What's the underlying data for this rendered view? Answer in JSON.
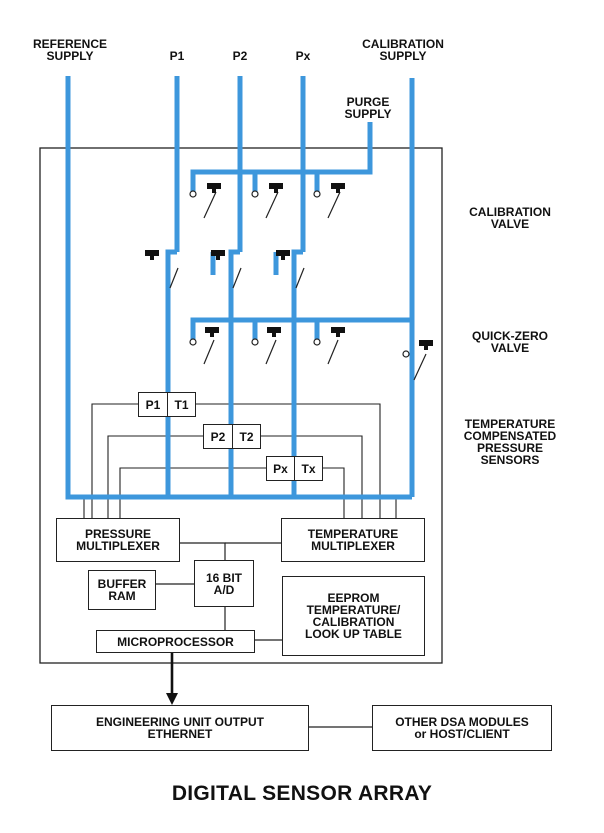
{
  "title": "DIGITAL SENSOR ARRAY",
  "inputs": {
    "reference_supply": "REFERENCE\nSUPPLY",
    "p1": "P1",
    "p2": "P2",
    "px": "Px",
    "calibration_supply": "CALIBRATION\nSUPPLY",
    "purge_supply": "PURGE\nSUPPLY"
  },
  "side_labels": {
    "calibration_valve": "CALIBRATION\nVALVE",
    "quick_zero_valve": "QUICK-ZERO\nVALVE",
    "sensors": "TEMPERATURE\nCOMPENSATED\nPRESSURE\nSENSORS"
  },
  "sensors": [
    {
      "p": "P1",
      "t": "T1"
    },
    {
      "p": "P2",
      "t": "T2"
    },
    {
      "p": "Px",
      "t": "Tx"
    }
  ],
  "blocks": {
    "pressure_mux": "PRESSURE\nMULTIPLEXER",
    "temperature_mux": "TEMPERATURE\nMULTIPLEXER",
    "buffer_ram": "BUFFER\nRAM",
    "adc": "16 BIT\nA/D",
    "eeprom": "EEPROM\nTEMPERATURE/\nCALIBRATION\nLOOK UP TABLE",
    "microprocessor": "MICROPROCESSOR",
    "output": "ENGINEERING UNIT OUTPUT\nETHERNET",
    "other_modules": "OTHER DSA MODULES\nor HOST/CLIENT"
  },
  "colors": {
    "pneumatic": "#3d97dc",
    "line": "#222222"
  }
}
